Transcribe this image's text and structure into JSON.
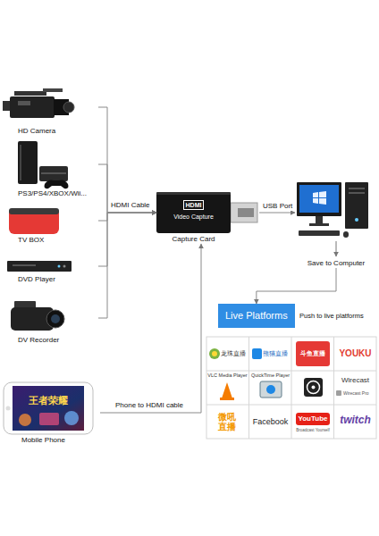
{
  "diagram": {
    "nodes": [
      {
        "text": [
          "HD Camera"
        ]
      },
      {
        "text": [
          "PS3/PS4/XBOX/Wii..."
        ]
      },
      {
        "text": [
          "TV BOX"
        ]
      },
      {
        "text": [
          "DVD Player"
        ]
      },
      {
        "text": [
          "DV Recorder"
        ]
      },
      {
        "text": [
          "HDMI",
          "Video Capture",
          "Capture Card"
        ]
      },
      {
        "text": [
          "Save to Computer"
        ]
      },
      {
        "text": [
          "Live Platforms"
        ]
      },
      {
        "text": [
          "Mobile Phone"
        ]
      }
    ],
    "edges": [
      {
        "from": 0,
        "to": 5,
        "arrow": "to"
      },
      {
        "from": 1,
        "to": 5,
        "arrow": "to"
      },
      {
        "from": 2,
        "to": 5,
        "label": "HDMI Cable",
        "arrow": "to"
      },
      {
        "from": 3,
        "to": 5,
        "arrow": "to"
      },
      {
        "from": 4,
        "to": 5,
        "arrow": "to"
      },
      {
        "from": 5,
        "to": 6,
        "label": "USB Port",
        "arrow": "to"
      },
      {
        "from": 6,
        "to": 7,
        "label": "Push to live platforms",
        "arrow": "to"
      },
      {
        "from": 8,
        "to": 5,
        "label": "Phone to HDMI cable",
        "arrow": "to"
      }
    ],
    "labels": [
      "王者荣耀",
      "龙珠直播",
      "熊猫直播",
      "斗鱼直播",
      "YOUKU",
      "VLC Media Player",
      "QuickTime Player",
      "Wirecast",
      "Wirecast Pro",
      "微吼直播",
      "Facebook",
      "YouTube",
      "Broadcast Yourself",
      "twitch"
    ]
  }
}
